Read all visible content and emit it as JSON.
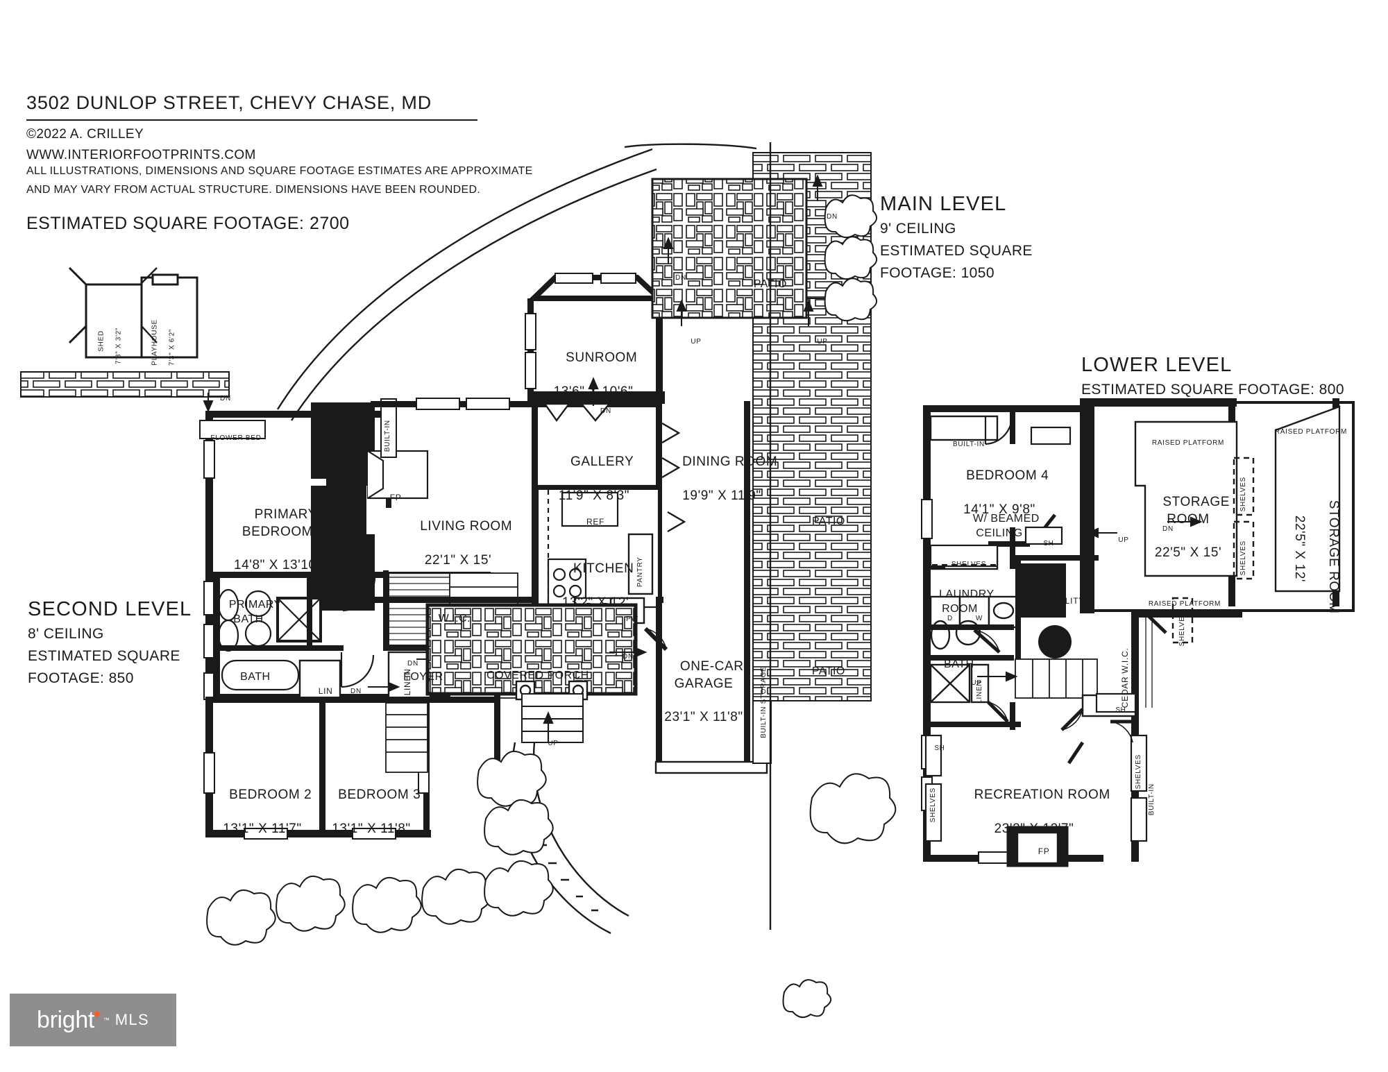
{
  "header": {
    "title": "3502 DUNLOP STREET, CHEVY CHASE, MD",
    "copyright": "©2022 A. CRILLEY",
    "website": "WWW.INTERIORFOOTPRINTS.COM",
    "disclaimer_line1": "ALL ILLUSTRATIONS, DIMENSIONS AND SQUARE FOOTAGE ESTIMATES ARE APPROXIMATE",
    "disclaimer_line2": "AND MAY VARY FROM ACTUAL STRUCTURE. DIMENSIONS HAVE BEEN ROUNDED.",
    "estimated_square_footage": "ESTIMATED SQUARE FOOTAGE: 2700"
  },
  "levels": {
    "main": {
      "title": "MAIN LEVEL",
      "ceiling": "9' CEILING",
      "sqft_line1": "ESTIMATED SQUARE",
      "sqft_line2": "FOOTAGE: 1050"
    },
    "lower": {
      "title": "LOWER LEVEL",
      "sqft": "ESTIMATED SQUARE FOOTAGE: 800"
    },
    "second": {
      "title": "SECOND LEVEL",
      "ceiling": "8' CEILING",
      "sqft_line1": "ESTIMATED SQUARE",
      "sqft_line2": "FOOTAGE: 850"
    }
  },
  "second_level_rooms": [
    {
      "name": "PRIMARY\nBEDROOM",
      "dim": "14'8\" X 13'10\""
    },
    {
      "name": "PRIMARY\nBATH",
      "dim": ""
    },
    {
      "name": "BATH",
      "dim": ""
    },
    {
      "name": "W.I.C.",
      "dim": ""
    },
    {
      "name": "LINEN",
      "dim": ""
    },
    {
      "name": "LIN",
      "dim": ""
    },
    {
      "name": "FOYER",
      "dim": ""
    },
    {
      "name": "BEDROOM 2",
      "dim": "13'1\" X 11'7\""
    },
    {
      "name": "BEDROOM 3",
      "dim": "13'1\" X 11'8\""
    }
  ],
  "main_level_rooms": [
    {
      "name": "SUNROOM",
      "dim": "13'6\" X 10'6\""
    },
    {
      "name": "GALLERY",
      "dim": "11'9\" X 8'3\""
    },
    {
      "name": "DINING ROOM",
      "dim": "19'9\" X 11'9\""
    },
    {
      "name": "LIVING ROOM",
      "dim": "22'1\" X 15'"
    },
    {
      "name": "KITCHEN",
      "dim": "13'2\" X 12'"
    },
    {
      "name": "PANTRY",
      "dim": ""
    },
    {
      "name": "PW",
      "dim": ""
    },
    {
      "name": "REF",
      "dim": ""
    },
    {
      "name": "COVERED PORCH",
      "dim": ""
    },
    {
      "name": "ONE-CAR\nGARAGE",
      "dim": "23'1\" X 11'8\""
    },
    {
      "name": "PATIO",
      "dim": ""
    },
    {
      "name": "BUILT-IN STORAGE",
      "dim": ""
    },
    {
      "name": "FLOWER BED",
      "dim": ""
    },
    {
      "name": "BUILT-IN",
      "dim": ""
    },
    {
      "name": "FP",
      "dim": ""
    },
    {
      "name": "SHED",
      "dim": "7'3\" X 3'2\""
    },
    {
      "name": "PLAYHOUSE",
      "dim": "7'3\" X 6'2\""
    }
  ],
  "lower_level_rooms": [
    {
      "name": "BEDROOM 4",
      "dim": "14'1\" X 9'8\"",
      "note": "W/ BEAMED\nCEILING"
    },
    {
      "name": "LAUNDRY\nROOM",
      "dim": ""
    },
    {
      "name": "BATH",
      "dim": ""
    },
    {
      "name": "UTILITY",
      "dim": ""
    },
    {
      "name": "STORAGE\nROOM",
      "dim": "22'5\" X 15'"
    },
    {
      "name": "STORAGE ROOM",
      "dim": "22'5\" X 12'"
    },
    {
      "name": "RECREATION ROOM",
      "dim": "23'2\" X 12'7\""
    },
    {
      "name": "CEDAR W.I.C.",
      "dim": ""
    },
    {
      "name": "RAISED PLATFORM",
      "dim": ""
    },
    {
      "name": "SHELVES",
      "dim": ""
    },
    {
      "name": "BUILT-IN",
      "dim": ""
    },
    {
      "name": "LINEN",
      "dim": ""
    },
    {
      "name": "SH",
      "dim": ""
    },
    {
      "name": "FP",
      "dim": ""
    }
  ],
  "annotations": {
    "up": "UP",
    "dn": "DN",
    "washer": "W",
    "dryer": "D"
  },
  "labels": {
    "patio": "PATIO",
    "shelves": "SHELVES",
    "built_in": "BUILT-IN",
    "raised_platform": "RAISED PLATFORM",
    "sh": "SH",
    "fp": "FP",
    "linen": "LINEN",
    "lin": "LIN",
    "pantry": "PANTRY",
    "pw": "PW",
    "ref": "REF",
    "flower_bed": "FLOWER BED",
    "built_in_storage": "BUILT-IN STORAGE",
    "storage": "STORAGE",
    "utility": "UTILITY",
    "cedar_wic": "CEDAR W.I.C.",
    "wic": "W.I.C.",
    "foyer": "FOYER",
    "shed": "SHED",
    "playhouse": "PLAYHOUSE",
    "shed_dim": "7'3\" X 3'2\"",
    "playhouse_dim": "7'3\" X 6'2\""
  },
  "branding": {
    "name": "bright",
    "mls": "MLS",
    "tm": "™"
  }
}
